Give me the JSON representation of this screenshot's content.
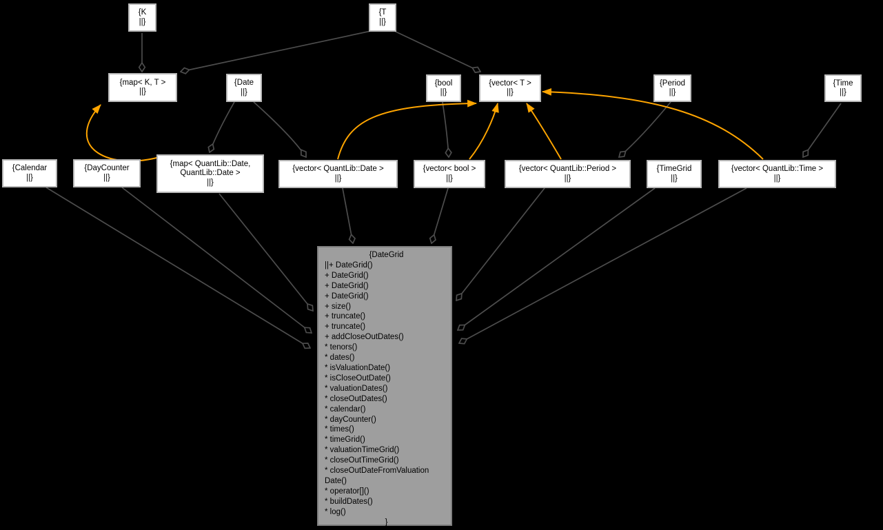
{
  "colors": {
    "background": "#000000",
    "node_fill": "#ffffff",
    "node_border": "#b8b8b8",
    "edge": "#4d4d4d",
    "template_edge": "#ffa500",
    "focus_fill": "#9e9e9e",
    "focus_border": "#7f7f7f",
    "text": "#000000"
  },
  "nodes": {
    "k": {
      "lines": [
        "{K",
        "||}"
      ]
    },
    "t": {
      "lines": [
        "{T",
        "||}"
      ]
    },
    "map_kt": {
      "lines": [
        "{map< K, T >",
        "||}"
      ]
    },
    "date": {
      "lines": [
        "{Date",
        "||}"
      ]
    },
    "bool": {
      "lines": [
        "{bool",
        "||}"
      ]
    },
    "vector_t": {
      "lines": [
        "{vector< T >",
        "||}"
      ]
    },
    "period": {
      "lines": [
        "{Period",
        "||}"
      ]
    },
    "time": {
      "lines": [
        "{Time",
        "||}"
      ]
    },
    "calendar": {
      "lines": [
        "{Calendar",
        "||}"
      ]
    },
    "daycounter": {
      "lines": [
        "{DayCounter",
        "||}"
      ]
    },
    "map_qldate": {
      "lines": [
        "{map< QuantLib::Date,",
        "QuantLib::Date >",
        "||}"
      ]
    },
    "vector_qldate": {
      "lines": [
        "{vector< QuantLib::Date >",
        "||}"
      ]
    },
    "vector_bool": {
      "lines": [
        "{vector< bool >",
        "||}"
      ]
    },
    "vector_qlperiod": {
      "lines": [
        "{vector< QuantLib::Period >",
        "||}"
      ]
    },
    "timegrid": {
      "lines": [
        "{TimeGrid",
        "||}"
      ]
    },
    "vector_qltime": {
      "lines": [
        "{vector< QuantLib::Time >",
        "||}"
      ]
    }
  },
  "dategrid": {
    "lines": [
      "{DateGrid",
      "||+ DateGrid()",
      "+ DateGrid()",
      "+ DateGrid()",
      "+ DateGrid()",
      "+ size()",
      "+ truncate()",
      "+ truncate()",
      "+ addCloseOutDates()",
      "* tenors()",
      "* dates()",
      "* isValuationDate()",
      "* isCloseOutDate()",
      "* valuationDates()",
      "* closeOutDates()",
      "* calendar()",
      "* dayCounter()",
      "* times()",
      "* timeGrid()",
      "* valuationTimeGrid()",
      "* closeOutTimeGrid()",
      "* closeOutDateFromValuation",
      "Date()",
      "* operator[]()",
      "* buildDates()",
      "* log()",
      "}"
    ]
  }
}
